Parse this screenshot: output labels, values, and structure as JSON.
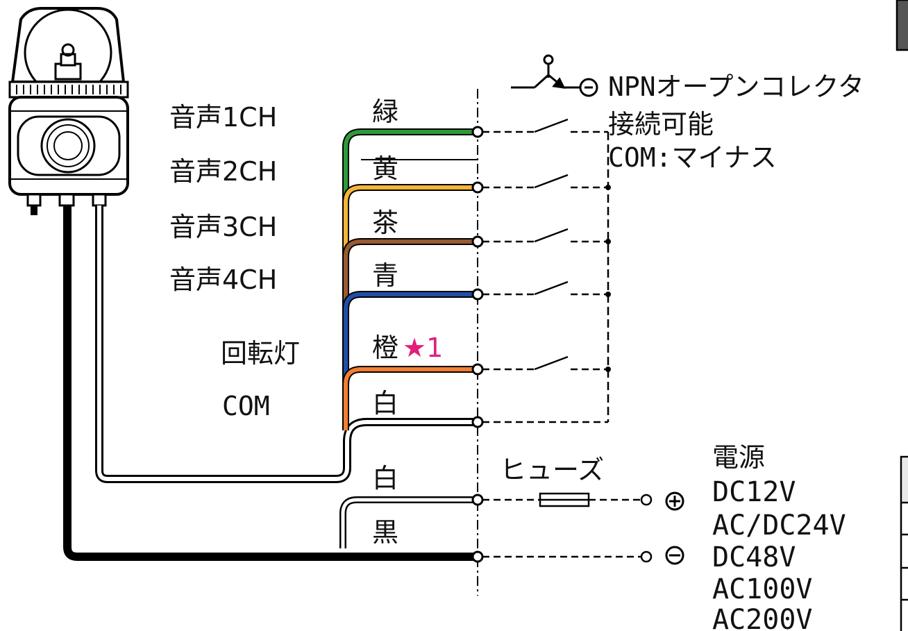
{
  "channels": [
    {
      "label": "音声1CH",
      "wire": "緑",
      "color": "#2e9a3a"
    },
    {
      "label": "音声2CH",
      "wire": "黄",
      "color": "#f5b43a"
    },
    {
      "label": "音声3CH",
      "wire": "茶",
      "color": "#9a5a32"
    },
    {
      "label": "音声4CH",
      "wire": "青",
      "color": "#1f4fa8"
    }
  ],
  "rotating": {
    "label": "回転灯",
    "wire": "橙",
    "color": "#f07f32",
    "note": "★1"
  },
  "com": {
    "label": "COM",
    "wire": "白"
  },
  "npn": {
    "line1": "NPNオープンコレクタ",
    "line2": "接続可能",
    "line3": "COM:マイナス",
    "minus_symbol": "⊖"
  },
  "power": {
    "title": "電源",
    "voltages": [
      "DC12V",
      "AC/DC24V",
      "DC48V",
      "AC100V",
      "AC200V"
    ],
    "fuse_label": "ヒューズ",
    "white_wire": "白",
    "black_wire": "黒",
    "plus_symbol": "⊕",
    "minus_symbol": "⊖"
  }
}
